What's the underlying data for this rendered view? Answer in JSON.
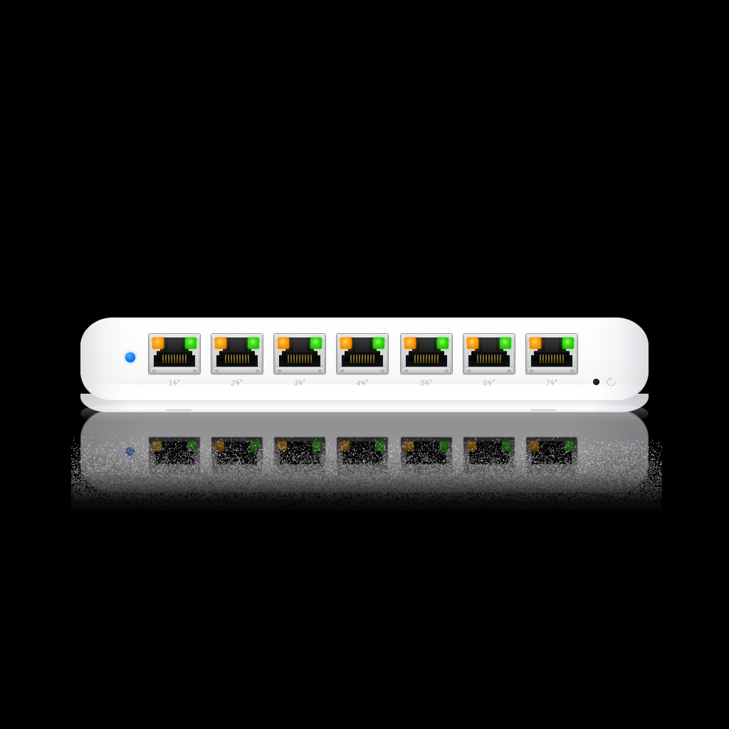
{
  "scene": {
    "background_color": "#000000",
    "subject": "7-port PoE+ network switch",
    "view": "front face, product render with mirror reflection"
  },
  "device": {
    "chassis_color": "#ffffff",
    "chassis_shadow_color": "#c9cbce",
    "status_led": {
      "name": "status-led",
      "color": "#1a8cf5",
      "state": "on"
    },
    "reset": {
      "hole_label": "reset-pinhole",
      "hole_color": "#000000",
      "icon_label": "reset-icon",
      "icon_color": "#c3c5c8"
    }
  },
  "ports": [
    {
      "index": 1,
      "number": "1",
      "bolt": "ϟ",
      "plus": "+",
      "label": "1ϟ+",
      "type": "RJ45",
      "poe": "PoE+",
      "led_left": "orange",
      "led_right": "green"
    },
    {
      "index": 2,
      "number": "2",
      "bolt": "ϟ",
      "plus": "+",
      "label": "2ϟ+",
      "type": "RJ45",
      "poe": "PoE+",
      "led_left": "orange",
      "led_right": "green"
    },
    {
      "index": 3,
      "number": "3",
      "bolt": "ϟ",
      "plus": "+",
      "label": "3ϟ+",
      "type": "RJ45",
      "poe": "PoE+",
      "led_left": "orange",
      "led_right": "green"
    },
    {
      "index": 4,
      "number": "4",
      "bolt": "ϟ",
      "plus": "+",
      "label": "4ϟ+",
      "type": "RJ45",
      "poe": "PoE+",
      "led_left": "orange",
      "led_right": "green"
    },
    {
      "index": 5,
      "number": "5",
      "bolt": "ϟ",
      "plus": "+",
      "label": "5ϟ+",
      "type": "RJ45",
      "poe": "PoE+",
      "led_left": "orange",
      "led_right": "green"
    },
    {
      "index": 6,
      "number": "6",
      "bolt": "ϟ",
      "plus": "+",
      "label": "6ϟ+",
      "type": "RJ45",
      "poe": "PoE+",
      "led_left": "orange",
      "led_right": "green"
    },
    {
      "index": 7,
      "number": "7",
      "bolt": "ϟ",
      "plus": "+",
      "label": "7ϟ+",
      "type": "RJ45",
      "poe": "PoE+",
      "led_left": "orange",
      "led_right": "green"
    }
  ],
  "colors": {
    "led_orange": "#ffa519",
    "led_green": "#32d40a",
    "led_blue": "#1a8cf5",
    "port_metal": "#c9cbcd",
    "port_cavity": "#0b0b0b",
    "port_pins": "#8a7530",
    "label_text": "#b9bbbe",
    "background": "#000000"
  },
  "reflection": {
    "present": true,
    "style": "mirrored, fading into dithered noise"
  }
}
